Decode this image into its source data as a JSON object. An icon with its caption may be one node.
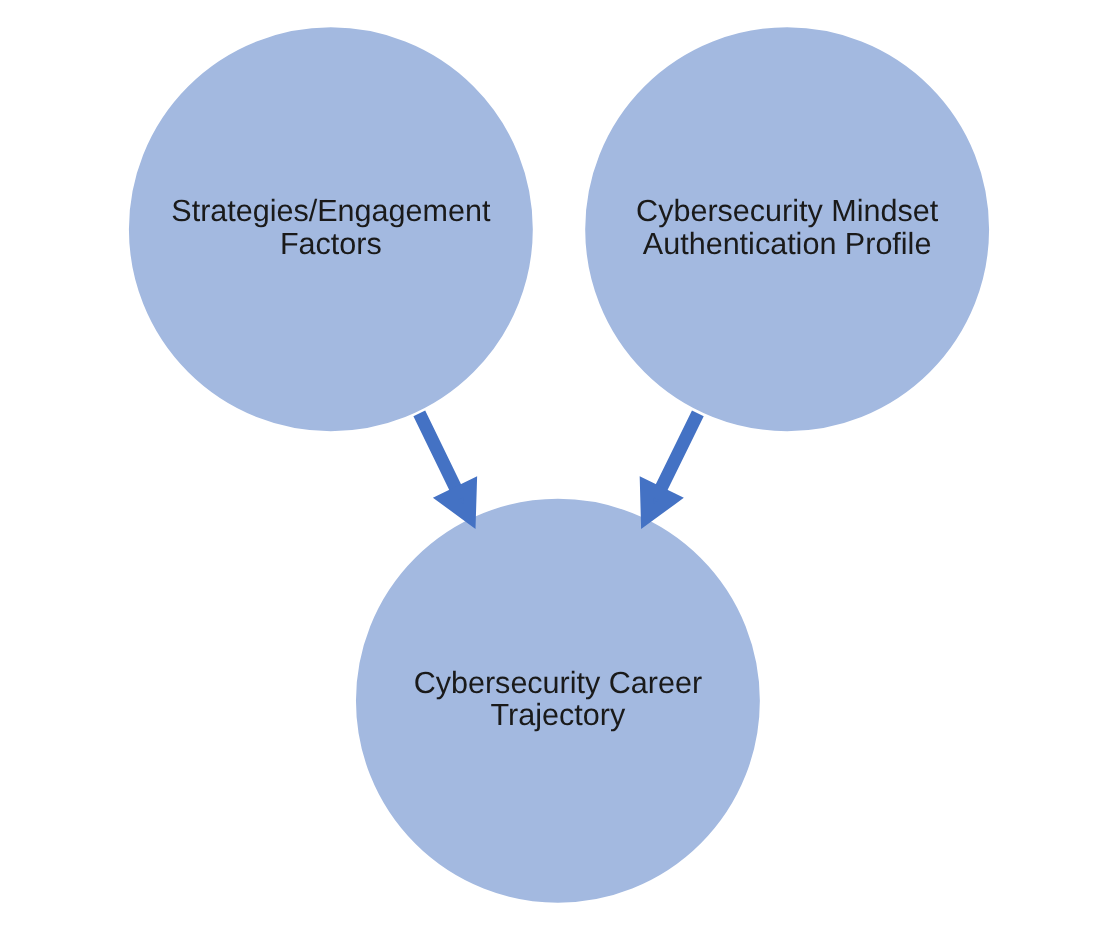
{
  "diagram": {
    "nodes": [
      {
        "text": [
          "Strategies/Engagement Factors"
        ]
      },
      {
        "text": [
          "Cybersecurity Mindset Authentication Profile"
        ]
      },
      {
        "text": [
          "Cybersecurity Career Trajectory"
        ]
      }
    ],
    "edges": [
      {
        "from": 0,
        "to": 2,
        "arrow": "to"
      },
      {
        "from": 1,
        "to": 2,
        "arrow": "to"
      }
    ]
  }
}
